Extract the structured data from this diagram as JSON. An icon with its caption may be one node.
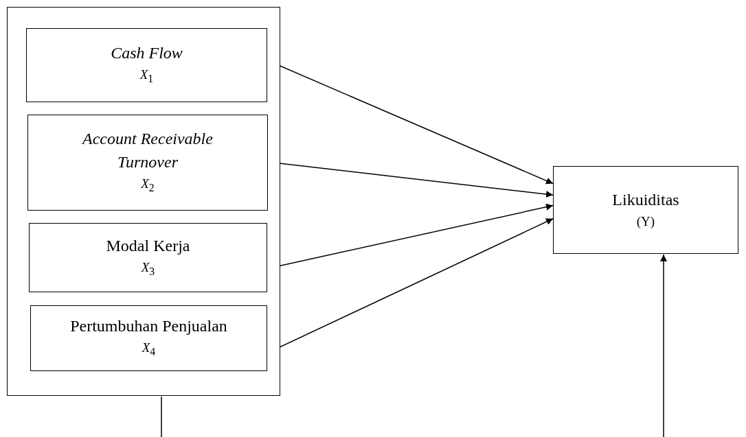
{
  "diagram": {
    "nodes": [
      {
        "text": [],
        "shape": "box"
      },
      {
        "text": [
          "Cash Flow",
          "*X*$_{1}$"
        ],
        "in": 0
      },
      {
        "text": [
          "Account Receivable Turnover",
          "*X*$_{2}$"
        ],
        "in": 0
      },
      {
        "text": [
          "Modal Kerja",
          "*X*$_{3}$"
        ],
        "in": 0
      },
      {
        "text": [
          "Pertumbuhan Penjualan",
          "*X*$_{4}$"
        ],
        "in": 0
      },
      {
        "text": [
          "Likuiditas",
          "(Y)"
        ]
      }
    ],
    "edges": [
      {
        "from": 1,
        "to": 5,
        "arrow": "to"
      },
      {
        "from": 2,
        "to": 5,
        "arrow": "to"
      },
      {
        "from": 3,
        "to": 5,
        "arrow": "to"
      },
      {
        "from": 4,
        "to": 5,
        "arrow": "to"
      },
      {
        "from": 0,
        "to": null,
        "arrow": "none"
      },
      {
        "from": null,
        "to": 5,
        "arrow": "to"
      }
    ]
  }
}
